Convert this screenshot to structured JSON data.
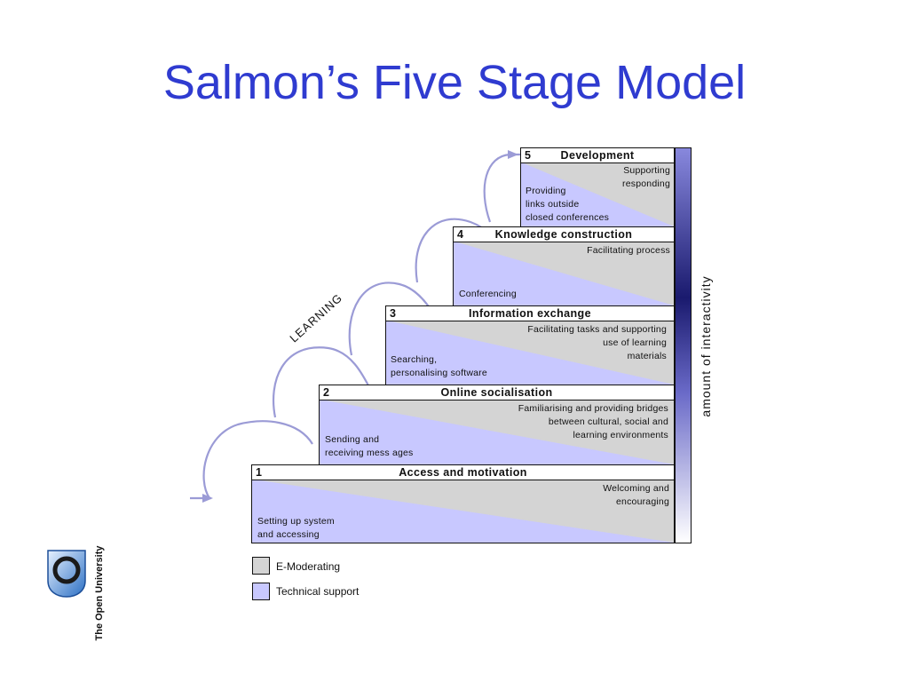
{
  "title": "Salmon’s Five Stage Model",
  "stages": [
    {
      "num": "1",
      "title": "Access and motivation",
      "e_moderating": "Welcoming and\nencouraging",
      "technical": "Setting up system\nand accessing"
    },
    {
      "num": "2",
      "title": "Online socialisation",
      "e_moderating": "Familiarising and providing bridges\nbetween cultural, social and\nlearning environments",
      "technical": "Sending and\nreceiving mess ages"
    },
    {
      "num": "3",
      "title": "Information exchange",
      "e_moderating": "Facilitating tasks and supporting\nuse of learning\nmaterials",
      "technical": "Searching,\npersonalising software"
    },
    {
      "num": "4",
      "title": "Knowledge construction",
      "e_moderating": "Facilitating process",
      "technical": "Conferencing"
    },
    {
      "num": "5",
      "title": "Development",
      "e_moderating": "Supporting\nresponding",
      "technical": "Providing\nlinks outside\nclosed conferences"
    }
  ],
  "axis_label": "amount of interactivity",
  "learning_label": "LEARNING",
  "legend": [
    {
      "label": "E-Moderating",
      "color": "#d4d4d4"
    },
    {
      "label": "Technical support",
      "color": "#c8c8ff"
    }
  ],
  "colors": {
    "title": "#2f3bd0",
    "e_moderating": "#d4d4d4",
    "technical": "#c8c8ff",
    "arrow": "#9b9bd6"
  },
  "logo": {
    "text": "The Open University",
    "icon": "open-university-shield-icon"
  }
}
